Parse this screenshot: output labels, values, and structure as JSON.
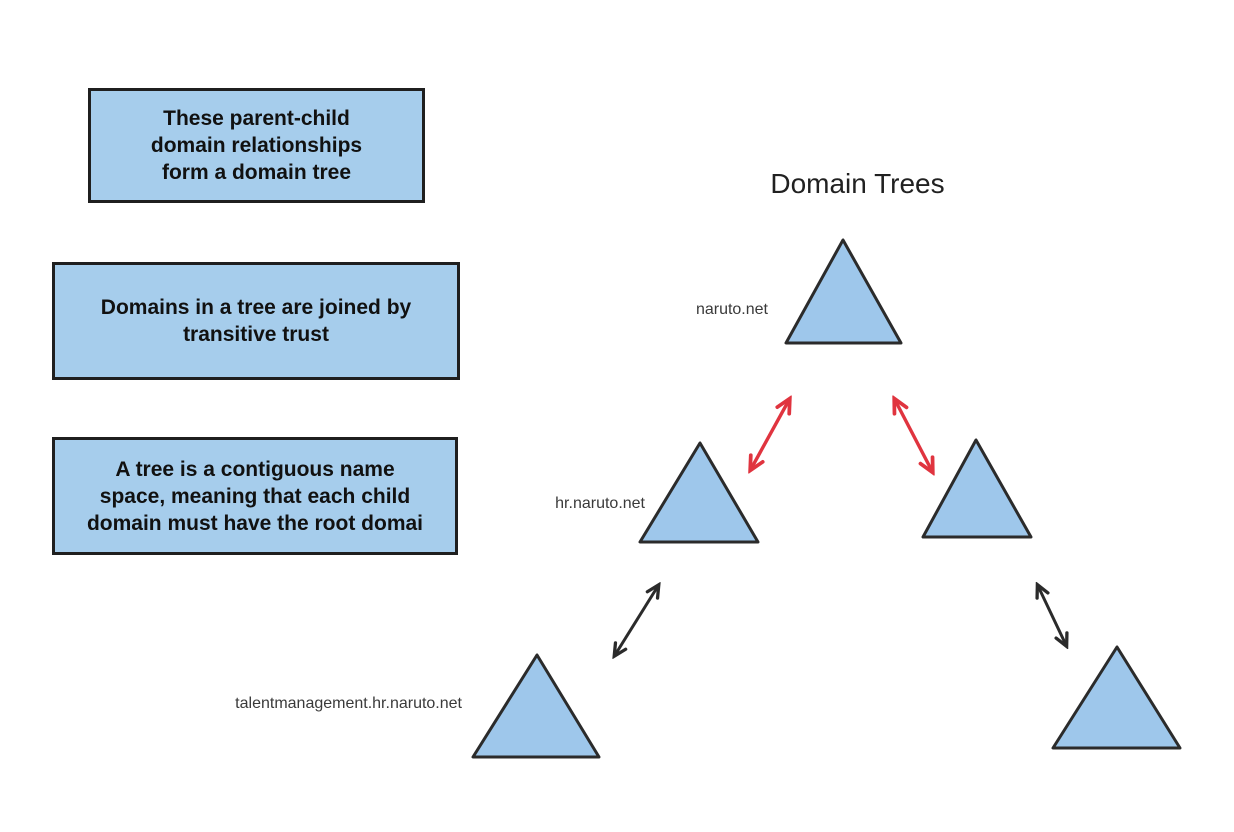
{
  "title": "Domain Trees",
  "notes": [
    {
      "lines": [
        "These parent-child",
        "domain relationships",
        "form a domain tree"
      ]
    },
    {
      "lines": [
        "Domains in a tree are joined by",
        "transitive trust"
      ]
    },
    {
      "lines": [
        "A tree is a contiguous name",
        "space, meaning that each child",
        "domain must have the root domai"
      ]
    }
  ],
  "domains": {
    "root": "naruto.net",
    "child": "hr.naruto.net",
    "grandchild": "talentmanagement.hr.naruto.net"
  },
  "colors": {
    "shape_fill": "#9EC7EB",
    "shape_stroke": "#2B2B2B",
    "box_fill": "#A6CDEC",
    "box_border": "#1F1F1F",
    "parent_child_trust_arrow": "#E0343F",
    "child_grandchild_trust_arrow": "#2B2B2B"
  }
}
